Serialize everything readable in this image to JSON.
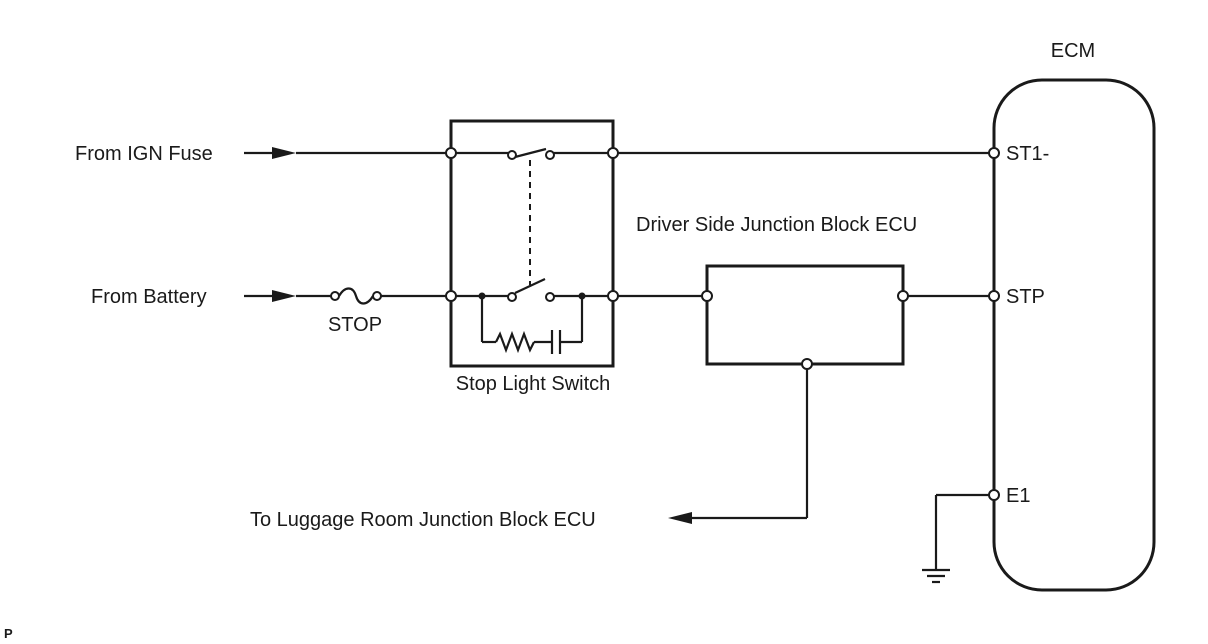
{
  "labels": {
    "ecm": "ECM",
    "from_ign_fuse": "From IGN Fuse",
    "from_battery": "From Battery",
    "stop_fuse": "STOP",
    "stop_light_switch": "Stop Light Switch",
    "driver_side_jb_ecu": "Driver Side Junction Block ECU",
    "to_luggage_room": "To Luggage Room Junction Block ECU",
    "pin_st1": "ST1-",
    "pin_stp": "STP",
    "pin_e1": "E1",
    "corner_mark": "P"
  },
  "icons": [
    "arrow-icon",
    "fuse-icon",
    "switch-icon",
    "resistor-icon",
    "capacitor-icon",
    "ground-icon"
  ]
}
